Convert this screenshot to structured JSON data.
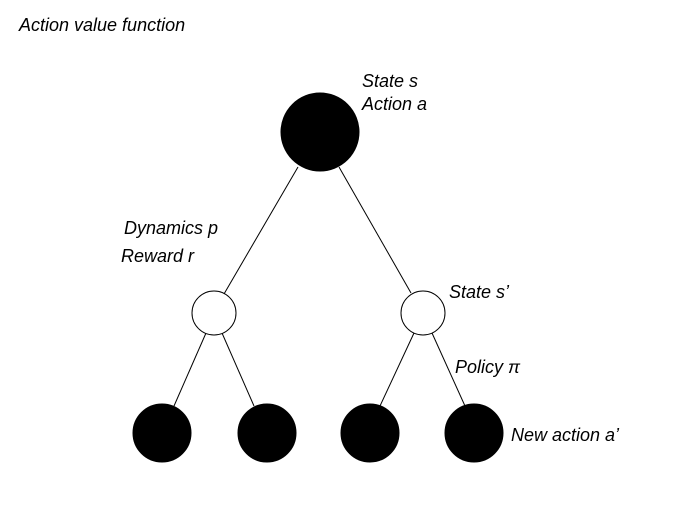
{
  "title": "Action value function",
  "labels": {
    "root_state": "State s",
    "root_action": "Action a",
    "dynamics": "Dynamics p",
    "reward": "Reward r",
    "next_state": "State s’",
    "policy": "Policy π",
    "new_action": "New action a’"
  },
  "colors": {
    "filled_node": "#000000",
    "hollow_node": "#ffffff",
    "edge": "#000000"
  }
}
